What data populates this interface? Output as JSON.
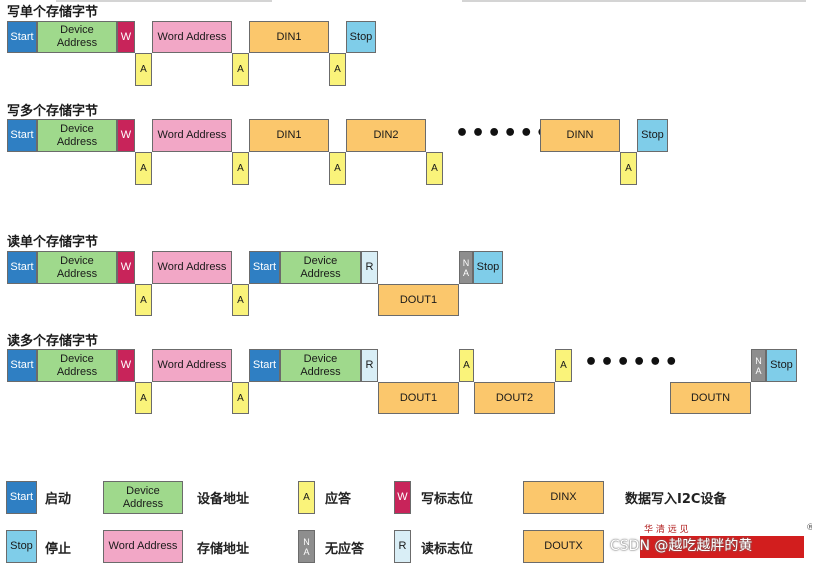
{
  "colors": {
    "start": "#2f7fc3",
    "stop": "#7fcde9",
    "device_address": "#9fd98c",
    "write_flag": "#c8245a",
    "word_address": "#f2a7c6",
    "data": "#fbc76c",
    "ack": "#faf37a",
    "nack": "#8e8e8e",
    "read_flag": "#d9eef6"
  },
  "labels": {
    "start": "Start",
    "stop": "Stop",
    "device_address": "Device\nAddress",
    "w": "W",
    "r": "R",
    "word_address": "Word Address",
    "a": "A",
    "na": "N\nA",
    "din1": "DIN1",
    "din2": "DIN2",
    "dinn": "DINN",
    "dout1": "DOUT1",
    "dout2": "DOUT2",
    "doutn": "DOUTN",
    "dinx": "DINX",
    "doutx": "DOUTX",
    "dots": "••••••"
  },
  "sections": {
    "write_single": "写单个存储字节",
    "write_multi": "写多个存储字节",
    "read_single": "读单个存储字节",
    "read_multi": "读多个存储字节"
  },
  "legend": {
    "start_text": "启动",
    "stop_text": "停止",
    "device_address_text": "设备地址",
    "word_address_text": "存储地址",
    "ack_text": "应答",
    "nack_text": "无应答",
    "write_flag_text": "写标志位",
    "read_flag_text": "读标志位",
    "dinx_text": "数据写入I2C设备"
  },
  "watermark": {
    "logo_text": "华 清 远 见",
    "registered": "®",
    "csdn": "CSDN @越吃越胖的黄"
  }
}
